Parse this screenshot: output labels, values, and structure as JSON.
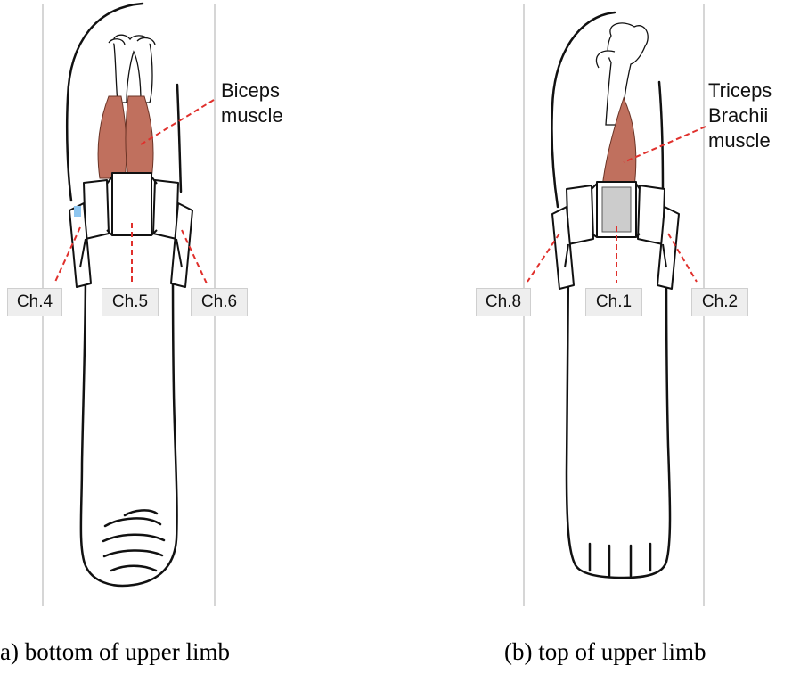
{
  "panels": [
    {
      "id": "a",
      "caption": "a) bottom of upper limb",
      "muscle_label_lines": [
        "Biceps",
        "muscle"
      ],
      "channels": [
        "Ch.4",
        "Ch.5",
        "Ch.6"
      ]
    },
    {
      "id": "b",
      "caption": "(b) top of upper limb",
      "muscle_label_lines": [
        "Triceps",
        "Brachii",
        "muscle"
      ],
      "channels": [
        "Ch.8",
        "Ch.1",
        "Ch.2"
      ]
    }
  ],
  "colors": {
    "muscle": "#c0705e",
    "leader_line": "#e0302c",
    "outline": "#111111",
    "bone": "#ffffff",
    "sensor_face": "#cccccc",
    "label_box": "#eeeeee",
    "guide_line": "#c8c8c8"
  }
}
